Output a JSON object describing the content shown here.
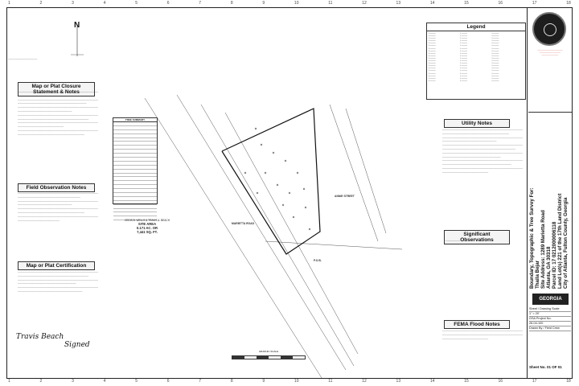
{
  "ruler": [
    "1",
    "2",
    "3",
    "4",
    "5",
    "6",
    "7",
    "8",
    "9",
    "10",
    "11",
    "12",
    "13",
    "14",
    "15",
    "16",
    "17",
    "18"
  ],
  "headers": {
    "closure": "Map or Plat Closure Statement & Notes",
    "field": "Field Observation Notes",
    "certification": "Map or Plat Certification",
    "legend": "Legend",
    "utility": "Utility Notes",
    "significant": "Significant Observations",
    "fema": "FEMA Flood Notes"
  },
  "north_label": "N",
  "tree_table_title": "TREE SUMMARY",
  "labels": {
    "marietta_road": "MARIETTA ROAD",
    "annie_street": "ANNIE STREET",
    "pob": "P.O.B.",
    "graphic_scale": "GRAPHIC SCALE"
  },
  "site": {
    "owner": "CEDIS B. WELLS & TRAVIS A. BEACH",
    "area_title": "SITE AREA",
    "area_ac": "0.171 AC. OR",
    "area_sf": "7,441 SQ. FT."
  },
  "title_block": {
    "firm_name": "GEORGIA",
    "logo": "GEORGIA",
    "title_lines": [
      "Boundary, Topographic & Tree Survey For:",
      "Thaila Bejar",
      "Site Address: 1289 Marietta Road",
      "Atlanta, GA 30318",
      "Parcel ID: 17 0212000006118",
      "Land Lot(s) 221 of the 17th Land District",
      "City of Atlanta, Fulton County, Georgia"
    ],
    "sheet_label": "Sheet / Drawing Scale",
    "scale": "1\" = 20'",
    "project_label": "GSA Project No.",
    "project_no": "26-04-100",
    "drawn_label": "Drawn By / Field Crew",
    "sheet_no_label": "Sheet No.",
    "sheet_no": "01 OF 01"
  },
  "signatures": [
    "Travis Beach",
    "Signed"
  ]
}
